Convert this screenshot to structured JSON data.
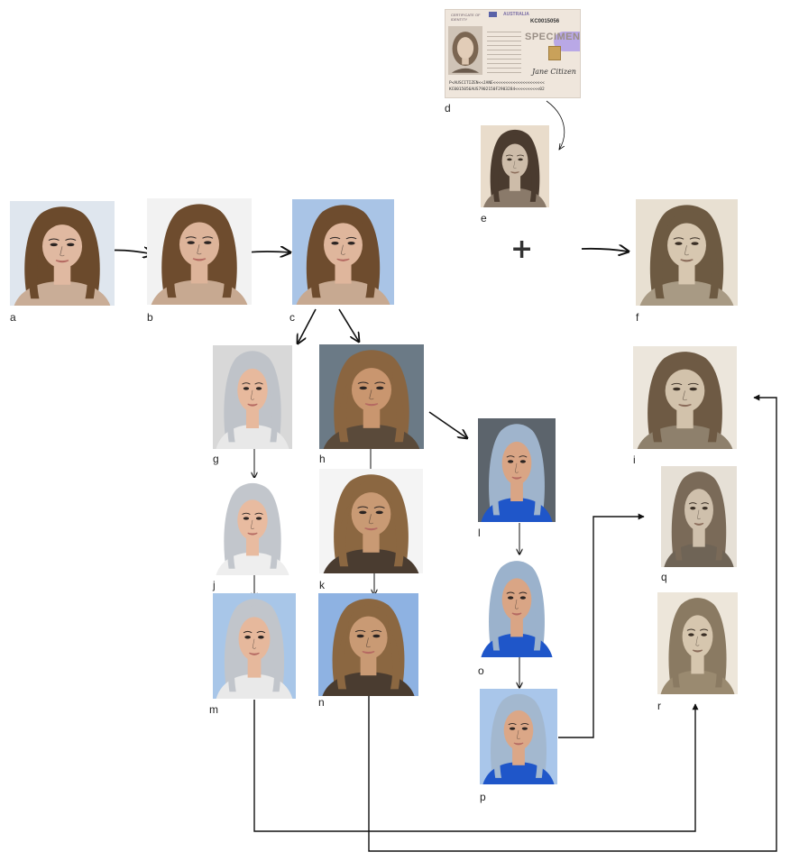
{
  "colors": {
    "arrow": "#111111",
    "plus": "#333333"
  },
  "id_card": {
    "header_left": "CERTIFICATE OF IDENTITY",
    "header_right": "AUSTRALIA",
    "number": "KC0015056",
    "watermark": "SPECIMEN",
    "signature": "Jane Citizen"
  },
  "operator": "+",
  "panels": [
    {
      "id": "a",
      "label": "a",
      "bg": "#dfe6ee",
      "hair": "#6b4a2c",
      "skin": "#e0b9a1",
      "shirt": "#c9ad97",
      "tone": "color"
    },
    {
      "id": "b",
      "label": "b",
      "bg": "#f2f2f2",
      "hair": "#6e4c2e",
      "skin": "#ddb49a",
      "shirt": "#c7a991",
      "tone": "color"
    },
    {
      "id": "c",
      "label": "c",
      "bg": "#a9c4e6",
      "hair": "#6e4c2e",
      "skin": "#dfb69c",
      "shirt": "#c7a991",
      "tone": "color"
    },
    {
      "id": "d",
      "label": "d",
      "tone": "card"
    },
    {
      "id": "e",
      "label": "e",
      "bg": "#e9dccb",
      "hair": "#4a3b2f",
      "skin": "#cdbca9",
      "shirt": "#8a7a6a",
      "tone": "sepia"
    },
    {
      "id": "f",
      "label": "f",
      "bg": "#e8e0d2",
      "hair": "#6d5a42",
      "skin": "#d7c7b0",
      "shirt": "#a89a84",
      "tone": "sepia"
    },
    {
      "id": "g",
      "label": "g",
      "bg": "#d8d8d8",
      "hair": "#bfc3c9",
      "skin": "#e7b99d",
      "shirt": "#e8e8e8",
      "tone": "color"
    },
    {
      "id": "h",
      "label": "h",
      "bg": "#6b7a86",
      "hair": "#8a6540",
      "skin": "#c9966f",
      "shirt": "#5a4a3a",
      "tone": "color"
    },
    {
      "id": "i",
      "label": "i",
      "bg": "#ece6dc",
      "hair": "#6e5a44",
      "skin": "#d2c2ab",
      "shirt": "#8e806c",
      "tone": "sepia"
    },
    {
      "id": "j",
      "label": "j",
      "bg": "#ffffff",
      "hair": "#c2c6cc",
      "skin": "#e8bba0",
      "shirt": "#eeeeee",
      "tone": "color"
    },
    {
      "id": "k",
      "label": "k",
      "bg": "#f4f4f4",
      "hair": "#8b6741",
      "skin": "#c99a74",
      "shirt": "#4a3c30",
      "tone": "color"
    },
    {
      "id": "l",
      "label": "l",
      "bg": "#5c646c",
      "hair": "#9fb4cc",
      "skin": "#d9a585",
      "shirt": "#1f56c9",
      "tone": "color"
    },
    {
      "id": "m",
      "label": "m",
      "bg": "#a8c6e8",
      "hair": "#c1c5cb",
      "skin": "#e6b89c",
      "shirt": "#e9e9e9",
      "tone": "color"
    },
    {
      "id": "n",
      "label": "n",
      "bg": "#8eb2e2",
      "hair": "#8b6741",
      "skin": "#c99a74",
      "shirt": "#4a3c30",
      "tone": "color"
    },
    {
      "id": "o",
      "label": "o",
      "bg": "#ffffff",
      "hair": "#9bb2cc",
      "skin": "#d9a585",
      "shirt": "#1f56c9",
      "tone": "color"
    },
    {
      "id": "p",
      "label": "p",
      "bg": "#a9c6ea",
      "hair": "#a3b8cf",
      "skin": "#dba787",
      "shirt": "#1f56c9",
      "tone": "color"
    },
    {
      "id": "q",
      "label": "q",
      "bg": "#e6e0d6",
      "hair": "#7a6a58",
      "skin": "#cfc0ac",
      "shirt": "#6f6456",
      "tone": "sepia"
    },
    {
      "id": "r",
      "label": "r",
      "bg": "#ede6da",
      "hair": "#8a7a62",
      "skin": "#d6c6ae",
      "shirt": "#9a8a70",
      "tone": "sepia"
    }
  ],
  "edges": [
    {
      "from": "a",
      "to": "b"
    },
    {
      "from": "b",
      "to": "c"
    },
    {
      "from": "c",
      "to": "g"
    },
    {
      "from": "c",
      "to": "h"
    },
    {
      "from": "d",
      "to": "e"
    },
    {
      "from": "plus",
      "to": "f"
    },
    {
      "from": "h",
      "to": "l"
    },
    {
      "from": "g",
      "to": "j"
    },
    {
      "from": "j",
      "to": "m"
    },
    {
      "from": "h",
      "to": "k"
    },
    {
      "from": "k",
      "to": "n"
    },
    {
      "from": "l",
      "to": "o"
    },
    {
      "from": "o",
      "to": "p"
    },
    {
      "from": "p",
      "to": "q"
    },
    {
      "from": "m",
      "to": "r"
    },
    {
      "from": "n",
      "to": "i"
    }
  ]
}
